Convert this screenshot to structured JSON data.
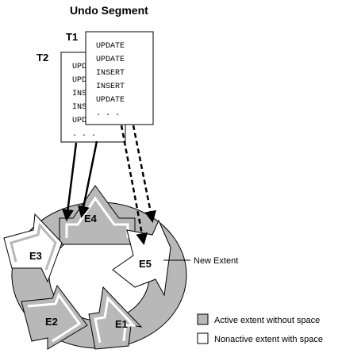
{
  "title": "Undo Segment",
  "t1": {
    "label": "T1",
    "lines": [
      "UPDATE",
      "UPDATE",
      "INSERT",
      "INSERT",
      "UPDATE",
      ". . ."
    ]
  },
  "t2": {
    "label": "T2",
    "lines": [
      "UPDATE",
      "UPDATE",
      "INSERT",
      "INSERT",
      "UPDATE",
      ". . ."
    ]
  },
  "extents": {
    "e1": "E1",
    "e2": "E2",
    "e3": "E3",
    "e4": "E4",
    "e5": "E5"
  },
  "new_extent_label": "New Extent",
  "legend": {
    "active": "Active extent without space",
    "nonactive": "Nonactive extent with space"
  },
  "colors": {
    "active_fill": "#b8b8b8",
    "nonactive_fill": "#ffffff",
    "stroke": "#000000"
  }
}
